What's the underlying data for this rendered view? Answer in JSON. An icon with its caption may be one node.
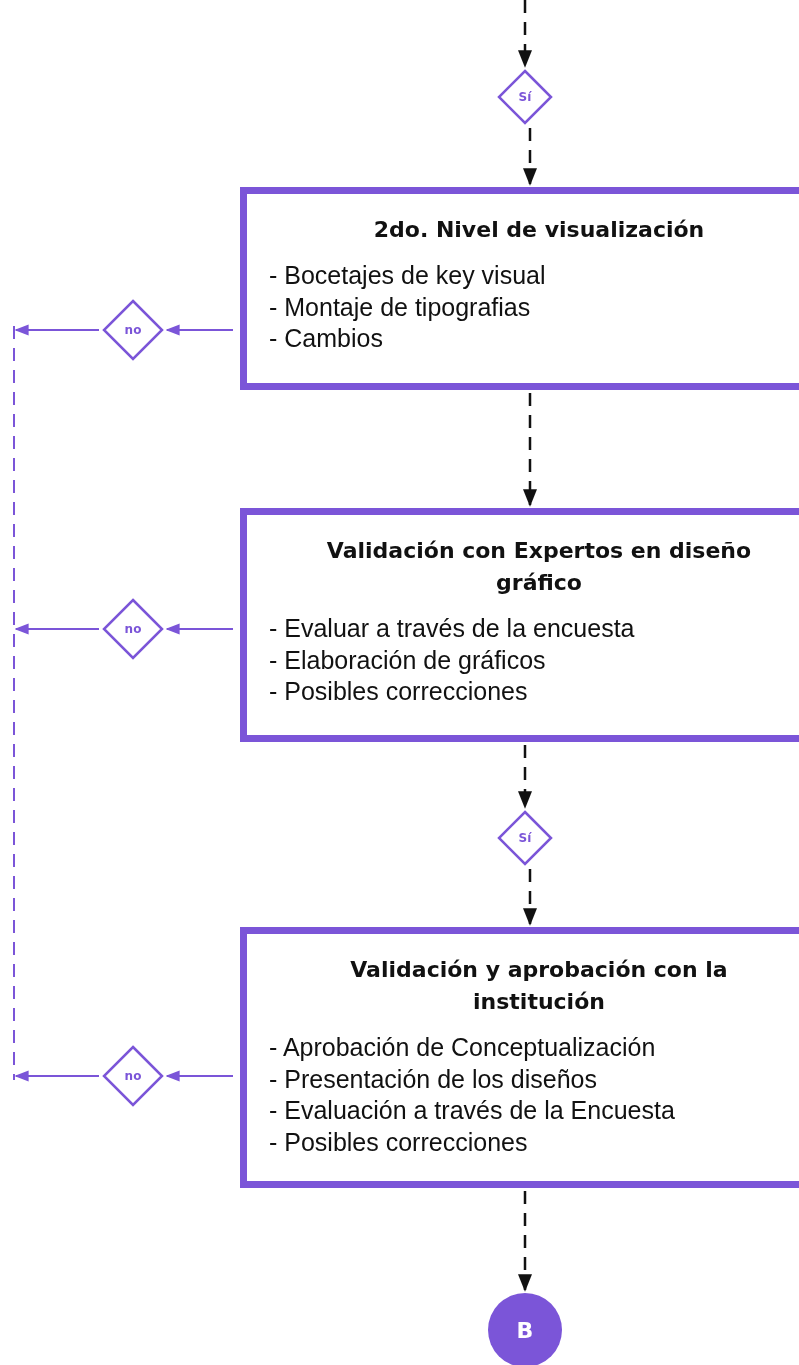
{
  "diagram": {
    "nodes": [
      {
        "text": [
          "Sí"
        ]
      },
      {
        "text": [
          "2do. Nivel de visualización",
          "- Bocetajes de key visual",
          "- Montaje de tipografias",
          "- Cambios"
        ]
      },
      {
        "text": [
          "no"
        ]
      },
      {
        "text": [
          "Validación con Expertos en diseño gráfico",
          "- Evaluar a través de la encuesta",
          "- Elaboración de gráficos",
          "- Posibles correcciones"
        ]
      },
      {
        "text": [
          "no"
        ]
      },
      {
        "text": [
          "Sí"
        ]
      },
      {
        "text": [
          "Validación y aprobación con la institución",
          "- Aprobación de Conceptualización",
          "- Presentación de los diseños",
          "- Evaluación a través de la Encuesta",
          "- Posibles correcciones"
        ]
      },
      {
        "text": [
          "no"
        ]
      },
      {
        "text": [
          "B"
        ]
      }
    ],
    "edges": [
      {
        "from": null,
        "to": 0,
        "arrow": "to",
        "style": "dashed"
      },
      {
        "from": 0,
        "to": 1,
        "arrow": "to",
        "style": "dashed"
      },
      {
        "from": 1,
        "to": 2,
        "arrow": "to",
        "color": "#7b55d8"
      },
      {
        "from": 2,
        "to": null,
        "arrow": "to",
        "color": "#7b55d8"
      },
      {
        "from": 1,
        "to": 3,
        "arrow": "to",
        "style": "dashed"
      },
      {
        "from": 3,
        "to": 4,
        "arrow": "to",
        "color": "#7b55d8"
      },
      {
        "from": 4,
        "to": null,
        "arrow": "to",
        "color": "#7b55d8"
      },
      {
        "from": 3,
        "to": 5,
        "arrow": "to",
        "style": "dashed"
      },
      {
        "from": 5,
        "to": 6,
        "arrow": "to",
        "style": "dashed"
      },
      {
        "from": 6,
        "to": 7,
        "arrow": "to",
        "color": "#7b55d8"
      },
      {
        "from": 7,
        "to": null,
        "arrow": "to",
        "color": "#7b55d8"
      },
      {
        "from": 6,
        "to": 8,
        "arrow": "to",
        "style": "dashed"
      }
    ]
  }
}
